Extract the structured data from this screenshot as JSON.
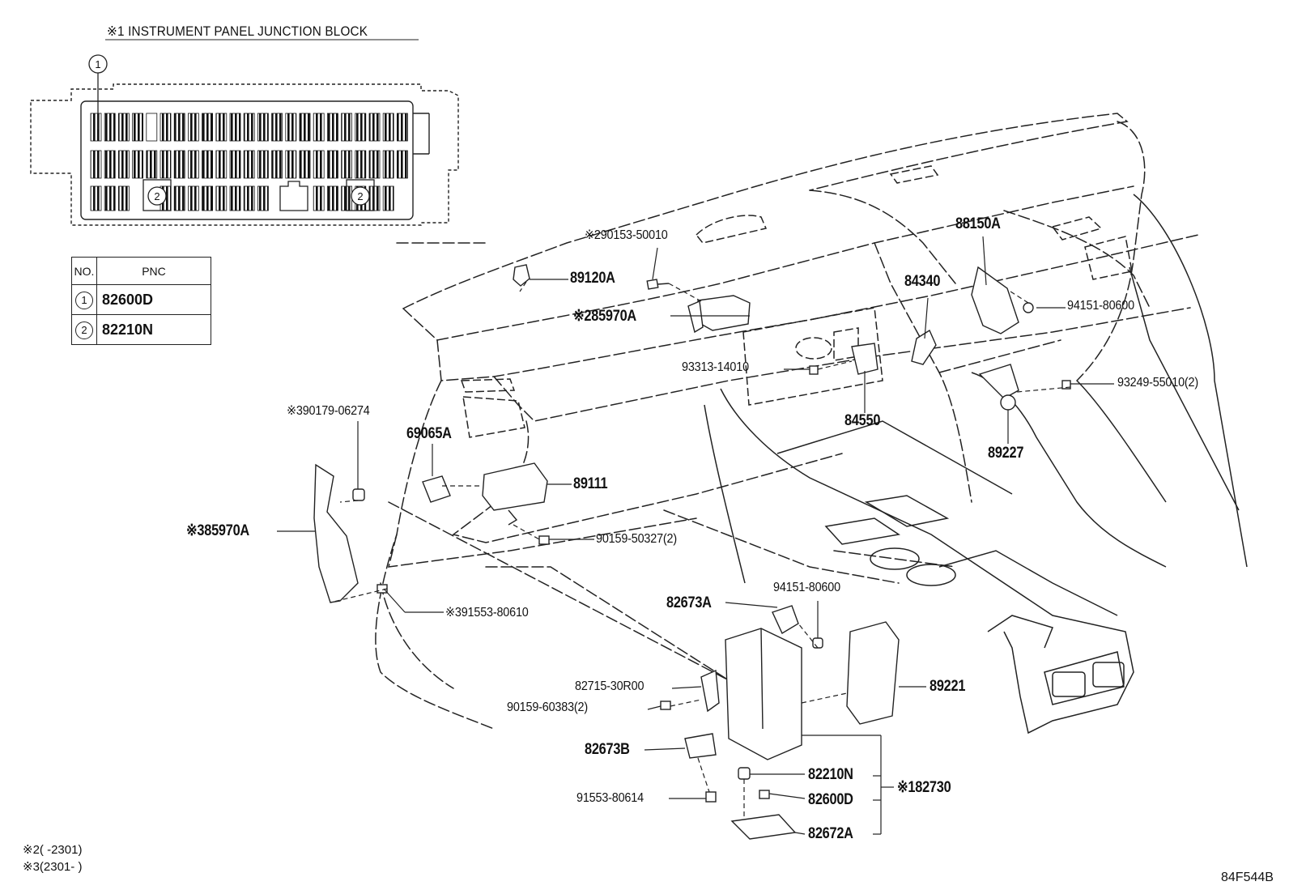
{
  "header": {
    "title": "※1 INSTRUMENT PANEL JUNCTION BLOCK"
  },
  "junction_block": {
    "callout_1": "1",
    "callout_2a": "2",
    "callout_2b": "2"
  },
  "pnc_table": {
    "headers": [
      "NO.",
      "PNC"
    ],
    "rows": [
      {
        "no": "1",
        "pnc": "82600D"
      },
      {
        "no": "2",
        "pnc": "82210N"
      }
    ]
  },
  "parts": {
    "p90153": "※290153-50010",
    "p89120A": "89120A",
    "p85970A_2": "※285970A",
    "p88150A": "88150A",
    "p84340": "84340",
    "p94151_a": "94151-80600",
    "p93313": "93313-14010",
    "p84550": "84550",
    "p93249": "93249-55010(2)",
    "p89227": "89227",
    "p90179": "※390179-06274",
    "p69065A": "69065A",
    "p89111": "89111",
    "p85970A_3": "※385970A",
    "p90159_a": "90159-50327(2)",
    "p94151_b": "94151-80600",
    "p82673A": "82673A",
    "p91553_a": "※391553-80610",
    "p82715": "82715-30R00",
    "p90159_b": "90159-60383(2)",
    "p89221": "89221",
    "p82673B": "82673B",
    "p82210N": "82210N",
    "p82730": "※182730",
    "p91553_b": "91553-80614",
    "p82600D": "82600D",
    "p82672A": "82672A"
  },
  "notes": {
    "note2": "※2(      -2301)",
    "note3": "※3(2301-      )"
  },
  "diagram_code": "84F544B"
}
